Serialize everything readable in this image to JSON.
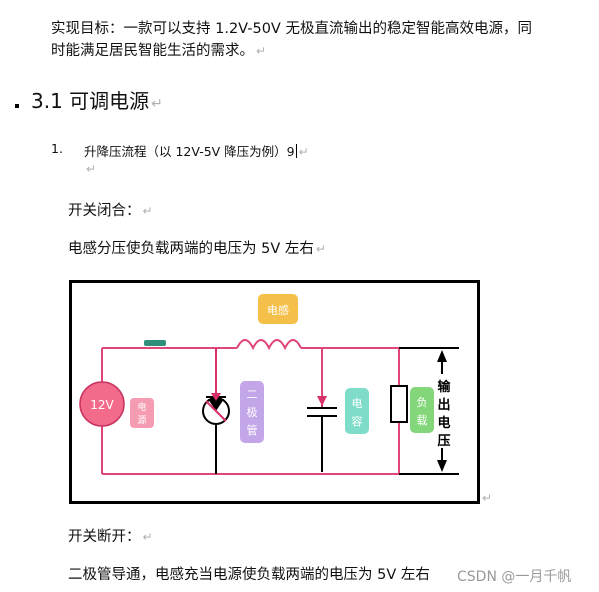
{
  "intro": {
    "line1": "实现目标：一款可以支持 1.2V-50V 无极直流输出的稳定智能高效电源，同",
    "line2": "时能满足居民智能生活的需求。"
  },
  "heading": {
    "text": "3.1 可调电源"
  },
  "list_item": {
    "number": "1.",
    "text": "升降压流程（以 12V-5V 降压为例）9"
  },
  "switch_closed": {
    "label": "开关闭合：",
    "description": "电感分压使负载两端的电压为 5V 左右"
  },
  "diagram": {
    "inductor_label": "电感",
    "source_value": "12V",
    "source_label": "电源",
    "diode_label": "二极管",
    "capacitor_label": "电容",
    "load_label": "负载",
    "output_label": "输出电压",
    "colors": {
      "wire": "#e0457b",
      "source_fill": "#f26b8a",
      "inductor_tag": "#f5c04a",
      "source_tag": "#f59cb3",
      "diode_tag": "#c3a6e8",
      "capacitor_tag": "#7fdcc9",
      "load_tag": "#84d67a",
      "switch": "#2f8f7a"
    }
  },
  "switch_open": {
    "label": "开关断开：",
    "description": "二极管导通，电感充当电源使负载两端的电压为 5V 左右"
  },
  "watermark": "CSDN @一月千帆",
  "paragraph_mark": "↵"
}
